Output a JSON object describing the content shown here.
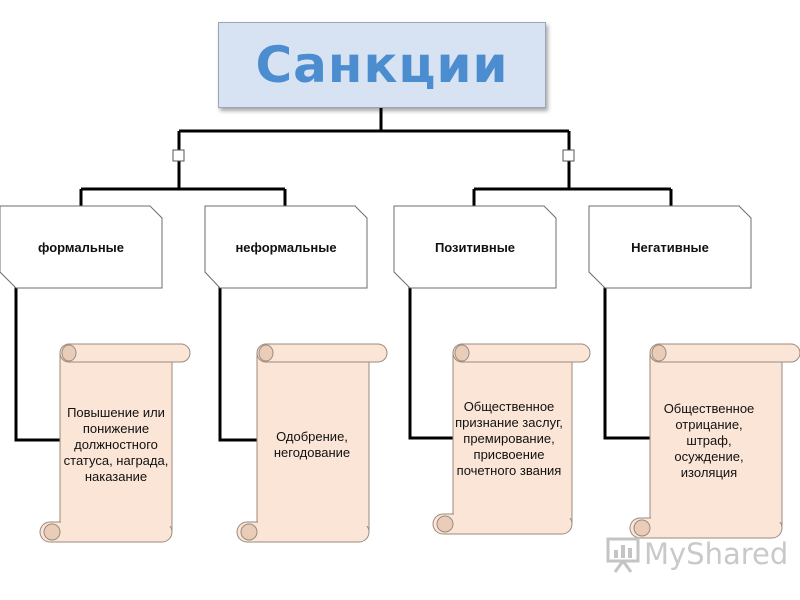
{
  "title": "Санкции",
  "categories": [
    {
      "label": "формальные"
    },
    {
      "label": "неформальные"
    },
    {
      "label": "Позитивные"
    },
    {
      "label": "Негативные"
    }
  ],
  "scrolls": [
    {
      "text": "Повышение или понижение должностного статуса, награда, наказание"
    },
    {
      "text": "Одобрение, негодование"
    },
    {
      "text": "Общественное признание заслуг, премирование, присвоение почетного звания"
    },
    {
      "text": "Общественное отрицание, штраф, осуждение, изоляция"
    }
  ],
  "colors": {
    "title_fill": "#d7e3f3",
    "title_text": "#4c8dd0",
    "scroll_fill": "#fbe5d6",
    "scroll_stroke": "#9c8a7e",
    "line": "#000000"
  },
  "watermark": {
    "text": "MyShared",
    "icon": "presentation-chart-icon"
  }
}
